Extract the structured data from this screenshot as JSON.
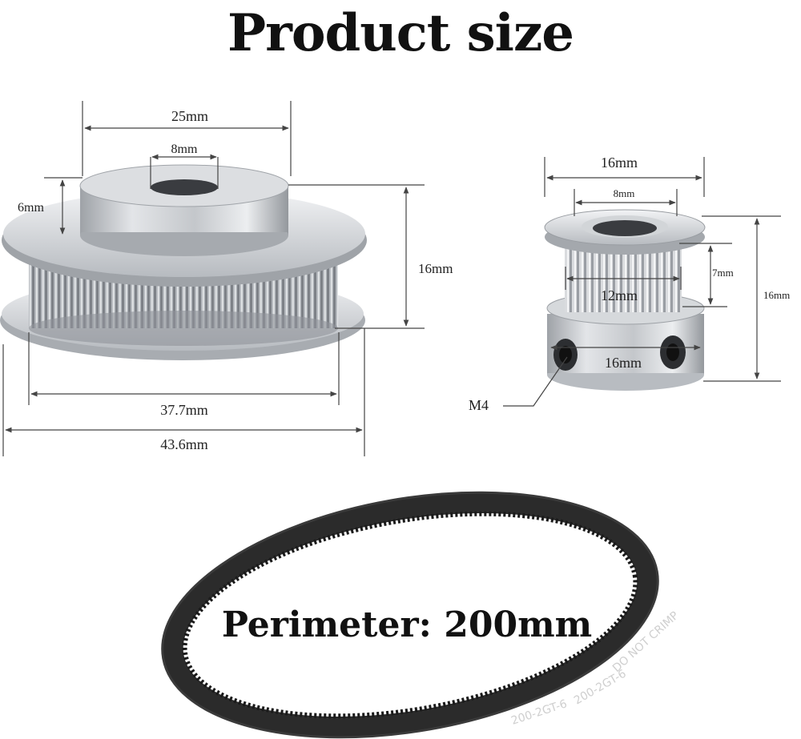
{
  "title": "Product size",
  "large_pulley": {
    "top_width": "25mm",
    "bore": "8mm",
    "hub_height": "6mm",
    "total_height": "16mm",
    "teeth_diameter": "37.7mm",
    "flange_diameter": "43.6mm"
  },
  "small_pulley": {
    "width": "16mm",
    "bore": "8mm",
    "belt_width": "7mm",
    "teeth_diameter": "12mm",
    "hub_diameter": "16mm",
    "height": "16mm",
    "screw": "M4"
  },
  "belt": {
    "perimeter": "Perimeter: 200mm",
    "print_lines": [
      "200-2GT-6",
      "DO NOT CRIMP",
      "200-2GT-6"
    ]
  },
  "colors": {
    "metal": "#c9ccd0",
    "metal_dark": "#8e9298",
    "belt": "#2b2b2b",
    "line": "#444444"
  }
}
